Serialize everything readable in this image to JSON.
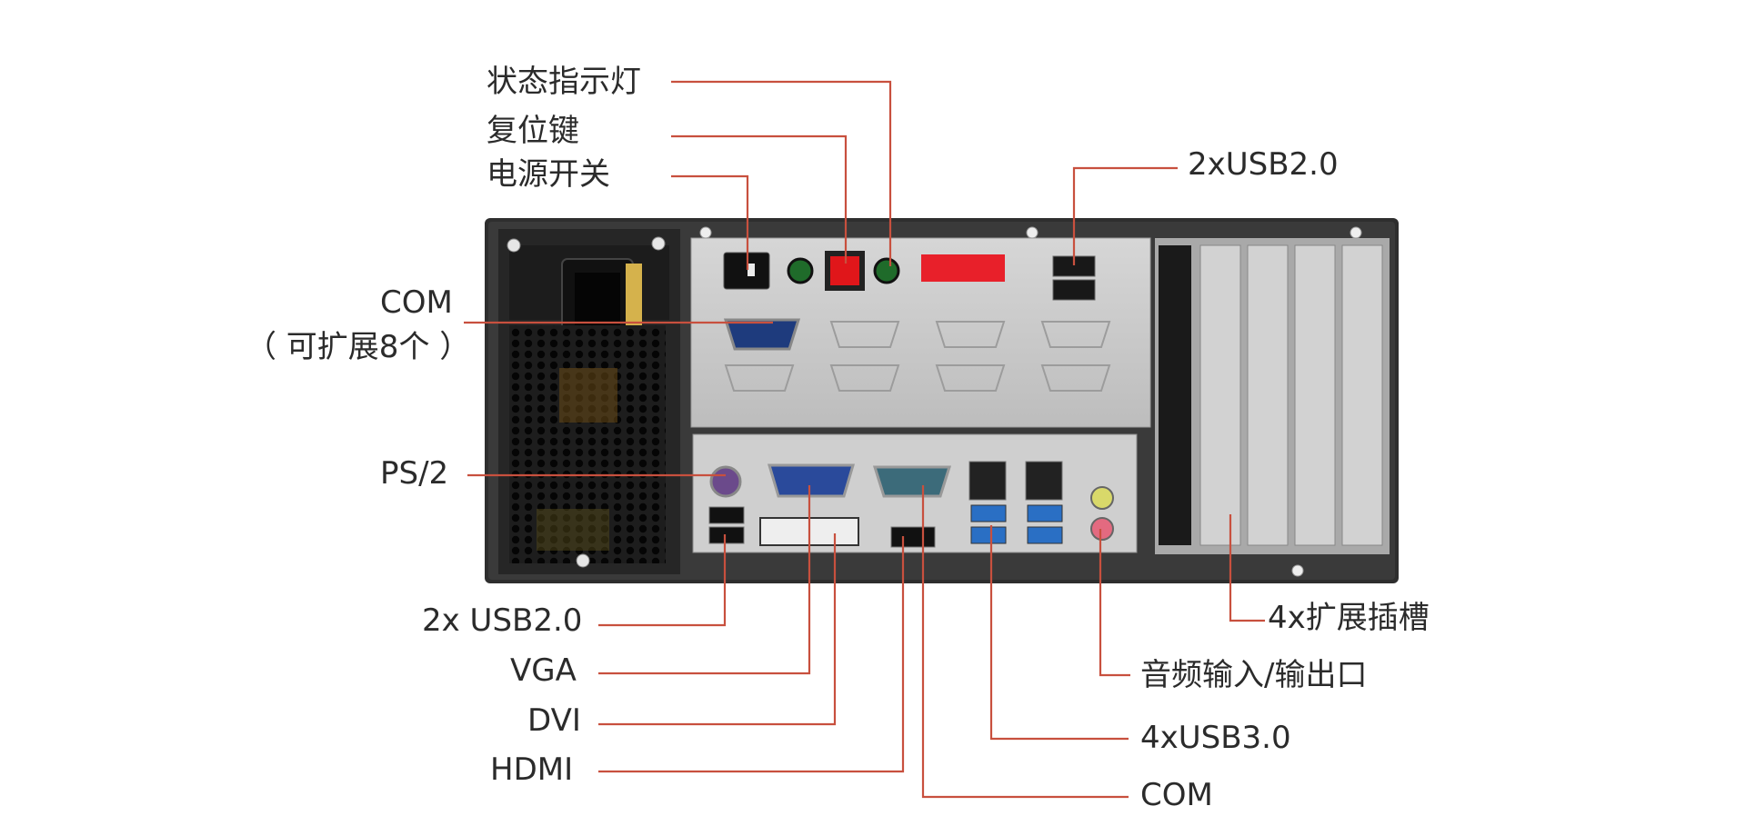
{
  "labels": {
    "status_led": "状态指示灯",
    "reset_key": "复位键",
    "power_switch": "电源开关",
    "com_top_line1": "COM",
    "com_top_line2": "（ 可扩展8个 ）",
    "ps2": "PS/2",
    "usb20_left": "2x USB2.0",
    "vga": "VGA",
    "dvi": "DVI",
    "hdmi": "HDMI",
    "usb20_top": "2xUSB2.0",
    "expansion_slots": "4x扩展插槽",
    "audio_io": "音频输入/输出口",
    "usb30": "4xUSB3.0",
    "com_bottom": "COM"
  },
  "colors": {
    "callout_line": "#c8503e",
    "chassis_dark": "#2e2e2e",
    "io_plate": "#c9c9c9",
    "power_button_red": "#e0161a",
    "led_green": "#1f6b2a",
    "usb3_blue": "#2a6fc4"
  }
}
